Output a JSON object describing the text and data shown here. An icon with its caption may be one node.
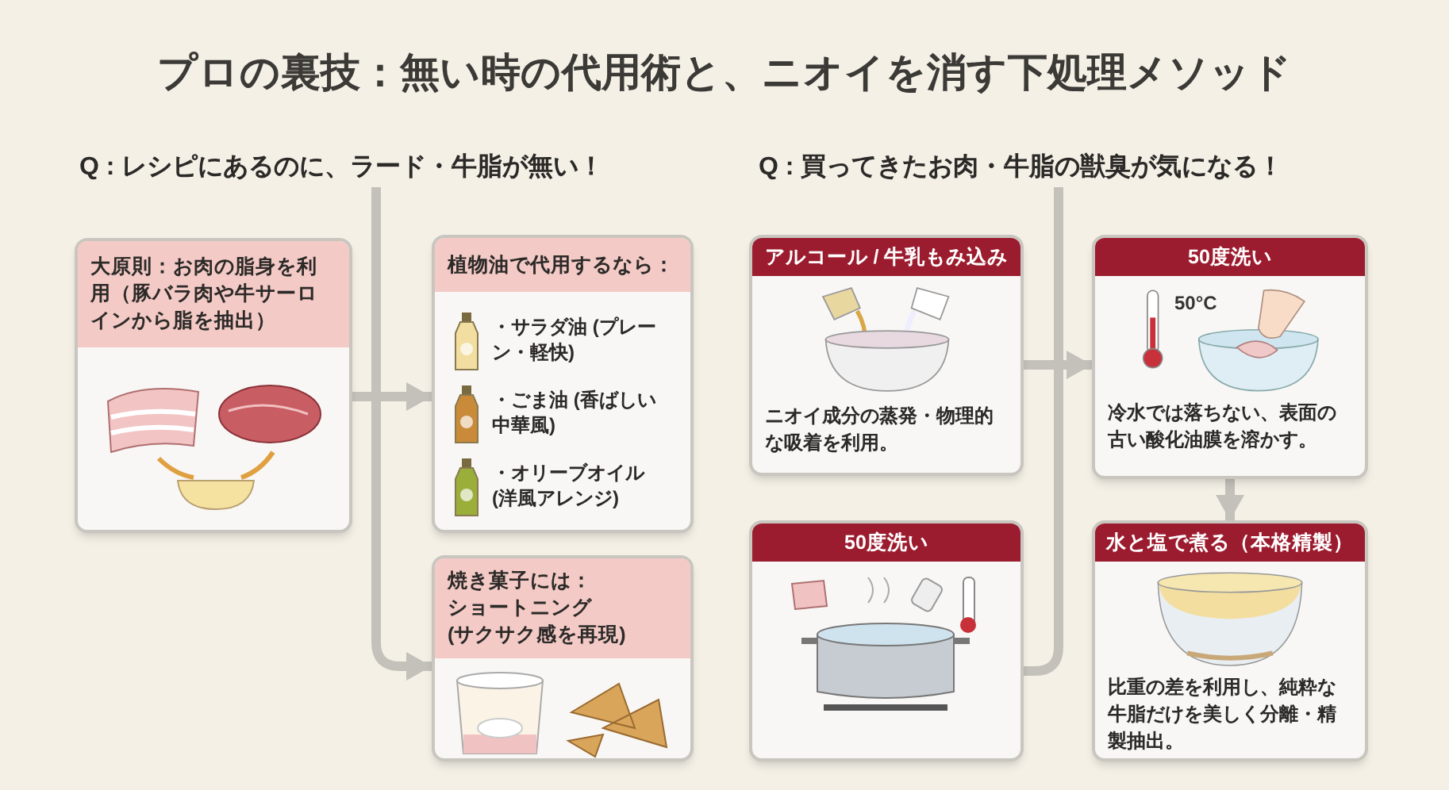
{
  "diagram": {
    "title": "プロの裏技：無い時の代用術と、ニオイを消す下処理メソッド",
    "nodes": [
      {
        "text": [
          "Q : レシピにあるのに、ラード・牛脂が無い！"
        ]
      },
      {
        "text": [
          "大原則：お肉の脂身を利用（豚バラ肉や牛サーロインから脂を抽出）"
        ]
      },
      {
        "text": [
          "植物油で代用するなら：",
          "・サラダ油 (プレーン・軽快)",
          "・ごま油 (香ばしい中華風)",
          "・オリーブオイル (洋風アレンジ)"
        ]
      },
      {
        "text": [
          "焼き菓子には：",
          "ショートニング",
          "(サクサク感を再現)"
        ]
      },
      {
        "text": [
          "Q : 買ってきたお肉・牛脂の獣臭が気になる！"
        ]
      },
      {
        "text": [
          "アルコール / 牛乳もみ込み",
          "ニオイ成分の蒸発・物理的な吸着を利用。"
        ]
      },
      {
        "text": [
          "50度洗い",
          "冷水では落ちない、表面の古い酸化油膜を溶かす。"
        ]
      },
      {
        "text": [
          "50度洗い"
        ]
      },
      {
        "text": [
          "水と塩で煮る（本格精製）",
          "比重の差を利用し、純粋な牛脂だけを美しく分離・精製抽出。"
        ]
      }
    ],
    "edges": [
      {
        "from": 1,
        "to": 2,
        "arrow": "to"
      },
      {
        "from": 0,
        "to": 3,
        "arrow": "to"
      },
      {
        "from": 4,
        "to": 7,
        "arrow": "none"
      },
      {
        "from": 5,
        "to": 6,
        "arrow": "to"
      },
      {
        "from": 6,
        "to": 8,
        "arrow": "to"
      }
    ],
    "labels": [
      "50°C"
    ]
  }
}
